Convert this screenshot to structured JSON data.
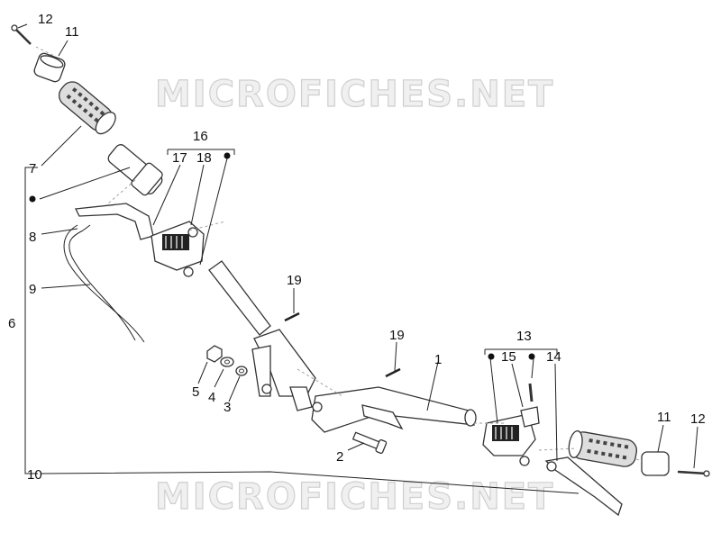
{
  "watermark": "MICROFICHES.NET",
  "callouts": {
    "c1": "1",
    "c2": "2",
    "c3": "3",
    "c4": "4",
    "c5": "5",
    "c6": "6",
    "c7": "7",
    "c8": "8",
    "c9": "9",
    "c10": "10",
    "c11a": "11",
    "c11b": "11",
    "c12a": "12",
    "c12b": "12",
    "c13": "13",
    "c14": "14",
    "c15": "15",
    "c16": "16",
    "c17": "17",
    "c18": "18",
    "c19a": "19",
    "c19b": "19"
  }
}
